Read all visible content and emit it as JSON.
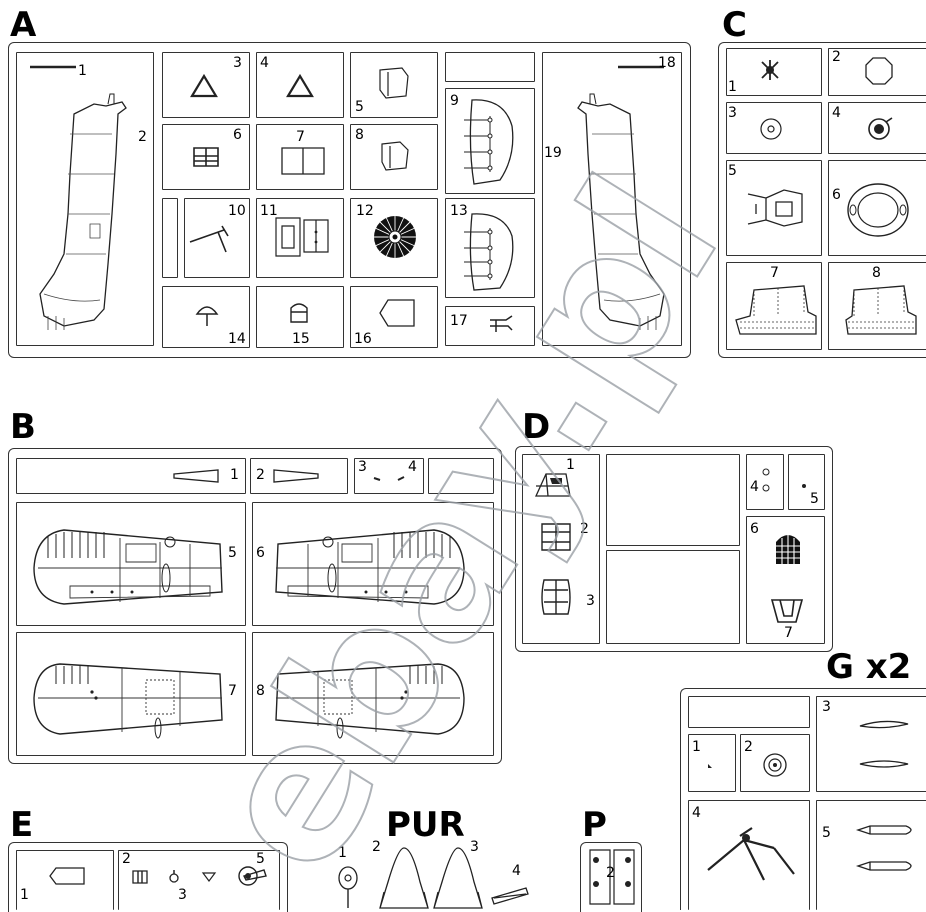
{
  "sprues": {
    "A": {
      "letter": "A",
      "nums": [
        "1",
        "2",
        "3",
        "4",
        "5",
        "6",
        "7",
        "8",
        "9",
        "10",
        "11",
        "12",
        "13",
        "14",
        "15",
        "16",
        "17",
        "18",
        "19"
      ]
    },
    "B": {
      "letter": "B",
      "nums": [
        "1",
        "2",
        "3",
        "4",
        "5",
        "6",
        "7",
        "8"
      ]
    },
    "C": {
      "letter": "C",
      "nums": [
        "1",
        "2",
        "3",
        "4",
        "5",
        "6",
        "7",
        "8"
      ]
    },
    "D": {
      "letter": "D",
      "nums": [
        "1",
        "2",
        "3",
        "4",
        "5",
        "6",
        "7"
      ]
    },
    "E": {
      "letter": "E",
      "nums": [
        "1",
        "2",
        "3",
        "5"
      ]
    },
    "G": {
      "letter": "G x2",
      "nums": [
        "1",
        "2",
        "3",
        "4",
        "5"
      ]
    },
    "PUR": {
      "letter": "PUR",
      "nums": [
        "1",
        "2",
        "3",
        "4"
      ]
    },
    "P": {
      "letter": "P",
      "nums": [
        "2"
      ]
    }
  },
  "watermark": {
    "text": "ebay.pl"
  }
}
